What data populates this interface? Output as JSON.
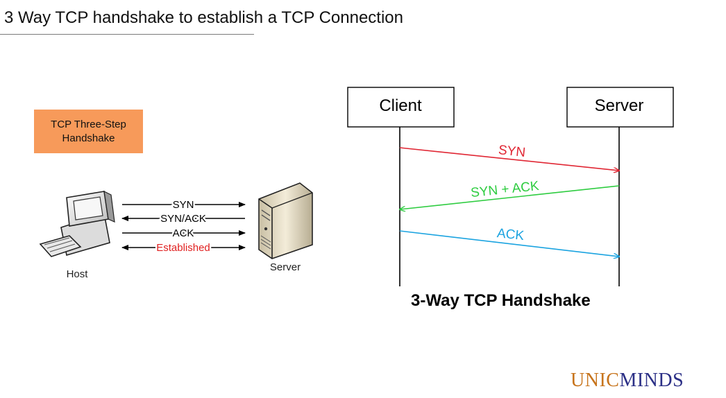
{
  "title": "3 Way TCP handshake to establish a TCP Connection",
  "left_diagram": {
    "box_line1": "TCP Three-Step",
    "box_line2": "Handshake",
    "host_label": "Host",
    "server_label": "Server",
    "messages": [
      "SYN",
      "SYN/ACK",
      "ACK",
      "Established"
    ],
    "established_color": "#e02020",
    "box_color": "#f79a5a"
  },
  "right_diagram": {
    "client_label": "Client",
    "server_label": "Server",
    "syn_label": "SYN",
    "synack_label": "SYN + ACK",
    "ack_label": "ACK",
    "syn_color": "#e02633",
    "synack_color": "#2ecc40",
    "ack_color": "#1aa3e0",
    "caption": "3-Way TCP Handshake"
  },
  "logo": {
    "part1": "UNIC",
    "part2": "MINDS"
  }
}
